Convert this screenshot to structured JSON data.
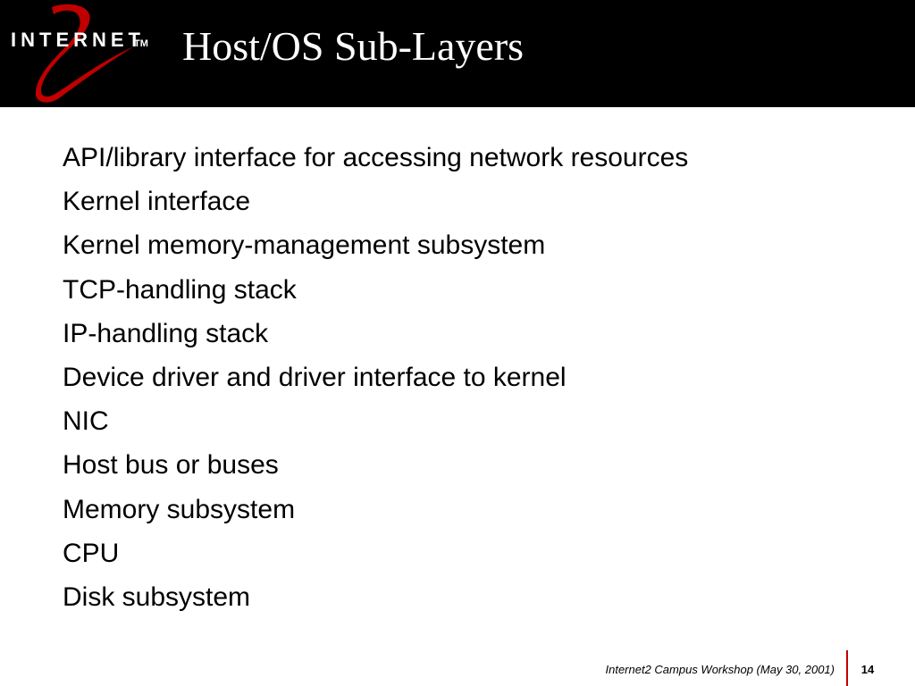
{
  "header": {
    "logo_text": "INTERNET",
    "logo_trademark": "TM",
    "logo_numeral": "2",
    "title": "Host/OS Sub-Layers"
  },
  "body": {
    "items": [
      "API/library interface for accessing network resources",
      "Kernel interface",
      "Kernel memory-management subsystem",
      "TCP-handling stack",
      "IP-handling stack",
      "Device driver and driver interface to kernel",
      "NIC",
      "Host bus or buses",
      "Memory subsystem",
      "CPU",
      "Disk subsystem"
    ]
  },
  "footer": {
    "text": "Internet2 Campus Workshop (May 30, 2001)",
    "page_number": "14"
  },
  "colors": {
    "header_background": "#000000",
    "title_text": "#ffffff",
    "logo_accent": "#c00000",
    "footer_divider": "#c00000"
  }
}
